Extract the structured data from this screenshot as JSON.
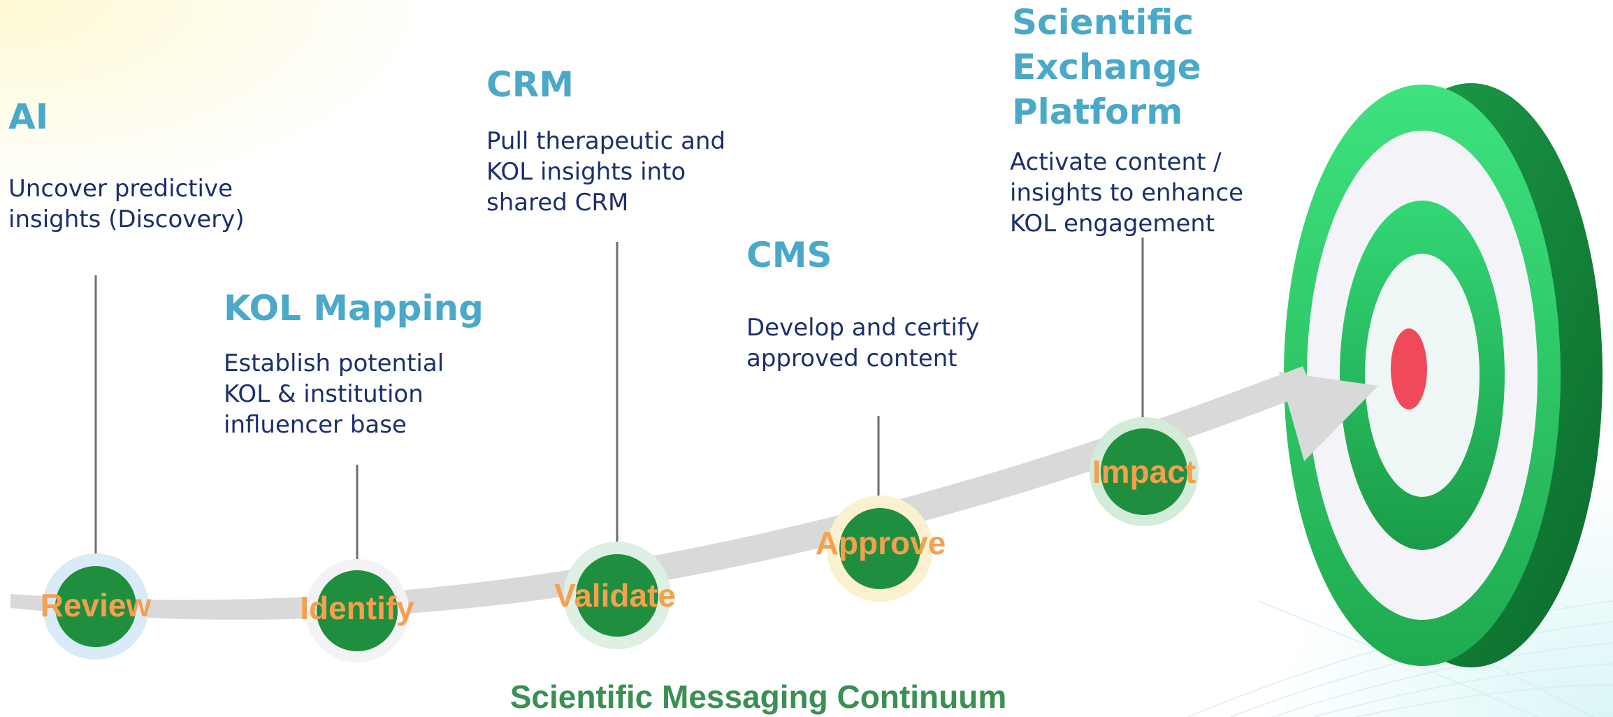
{
  "steps": [
    {
      "title": "AI",
      "desc_lines": [
        "Uncover predictive",
        "insights (Discovery)"
      ],
      "stage": "Review"
    },
    {
      "title": "KOL Mapping",
      "desc_lines": [
        "Establish potential",
        "KOL & institution",
        "influencer base"
      ],
      "stage": "Identify"
    },
    {
      "title": "CRM",
      "desc_lines": [
        "Pull therapeutic and",
        "KOL insights into",
        "shared CRM"
      ],
      "stage": "Validate"
    },
    {
      "title": "CMS",
      "desc_lines": [
        "Develop and certify",
        "approved content"
      ],
      "stage": "Approve"
    },
    {
      "title_lines": [
        "Scientific",
        "Exchange",
        "Platform"
      ],
      "desc_lines": [
        "Activate content /",
        "insights to enhance",
        "KOL engagement"
      ],
      "stage": "Impact"
    }
  ],
  "footer": "Scientific Messaging Continuum",
  "colors": {
    "title": "#4aa9c9",
    "description": "#1b2f6b",
    "stage_label": "#f5a04f",
    "node_fill": "#1f8f3f",
    "footer": "#3a8f52",
    "arrow": "#d9d9d9",
    "target_green": "#2fd36f",
    "target_bullseye": "#f04a5a"
  },
  "icons": [
    "curved-arrow",
    "target-icon"
  ]
}
